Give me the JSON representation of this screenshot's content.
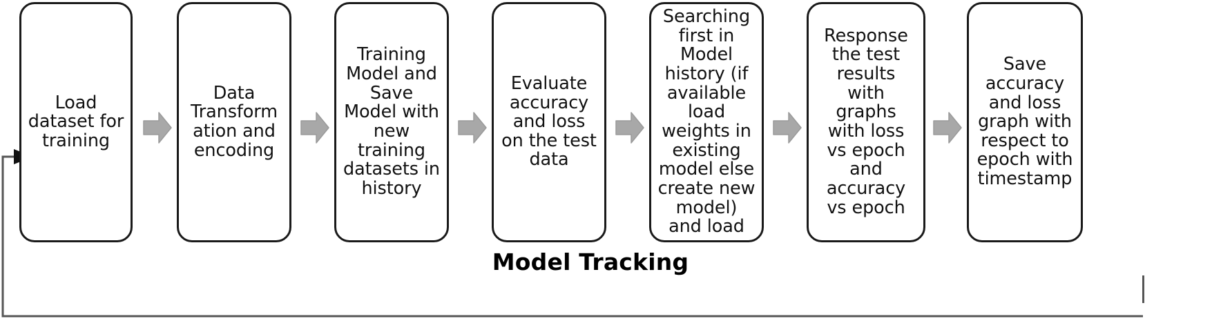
{
  "diagram": {
    "title": "Model Tracking",
    "caption": "Model Tracking",
    "type": "flowchart",
    "orientation": "left-to-right",
    "colors": {
      "box_border": "#1a1a1a",
      "box_fill": "#ffffff",
      "arrow_fill": "#a8a8a8",
      "arrow_stroke": "#9a9a9a",
      "text": "#111111",
      "caption_text": "#000000",
      "loop_line": "#555555"
    },
    "steps": [
      {
        "id": "load-dataset",
        "index": 1,
        "label": "Load\ndataset for\ntraining"
      },
      {
        "id": "data-transformation",
        "index": 2,
        "label": "Data\nTransform\nation and\nencoding"
      },
      {
        "id": "training-model",
        "index": 3,
        "label": "Training\nModel and\nSave\nModel with\nnew\ntraining\ndatasets in\nhistory"
      },
      {
        "id": "evaluate-accuracy",
        "index": 4,
        "label": "Evaluate\naccuracy\nand loss\non the test\ndata"
      },
      {
        "id": "search-model-history",
        "index": 5,
        "label": "Searching\nfirst in\nModel\nhistory (if\navailable\nload\nweights in\nexisting\nmodel else\ncreate new\nmodel)\nand load"
      },
      {
        "id": "response-test-results",
        "index": 6,
        "label": "Response\nthe test\nresults\nwith\ngraphs\nwith loss\nvs epoch\nand\naccuracy\nvs epoch"
      },
      {
        "id": "save-graphs",
        "index": 7,
        "label": "Save\naccuracy\nand loss\ngraph with\nrespect to\nepoch with\ntimestamp"
      }
    ],
    "connectors": [
      {
        "id": "arrow-1",
        "from": "load-dataset",
        "to": "data-transformation",
        "icon": "right-block-arrow-icon"
      },
      {
        "id": "arrow-2",
        "from": "data-transformation",
        "to": "training-model",
        "icon": "right-block-arrow-icon"
      },
      {
        "id": "arrow-3",
        "from": "training-model",
        "to": "evaluate-accuracy",
        "icon": "right-block-arrow-icon"
      },
      {
        "id": "arrow-4",
        "from": "evaluate-accuracy",
        "to": "search-model-history",
        "icon": "right-block-arrow-icon"
      },
      {
        "id": "arrow-5",
        "from": "search-model-history",
        "to": "response-test-results",
        "icon": "right-block-arrow-icon"
      },
      {
        "id": "arrow-6",
        "from": "response-test-results",
        "to": "save-graphs",
        "icon": "right-block-arrow-icon"
      }
    ],
    "feedback_loop": {
      "id": "feedback-loop",
      "icon": "feedback-loop-arrow-icon",
      "from": "save-graphs",
      "to": "load-dataset",
      "direction": "right-to-left-return"
    }
  }
}
